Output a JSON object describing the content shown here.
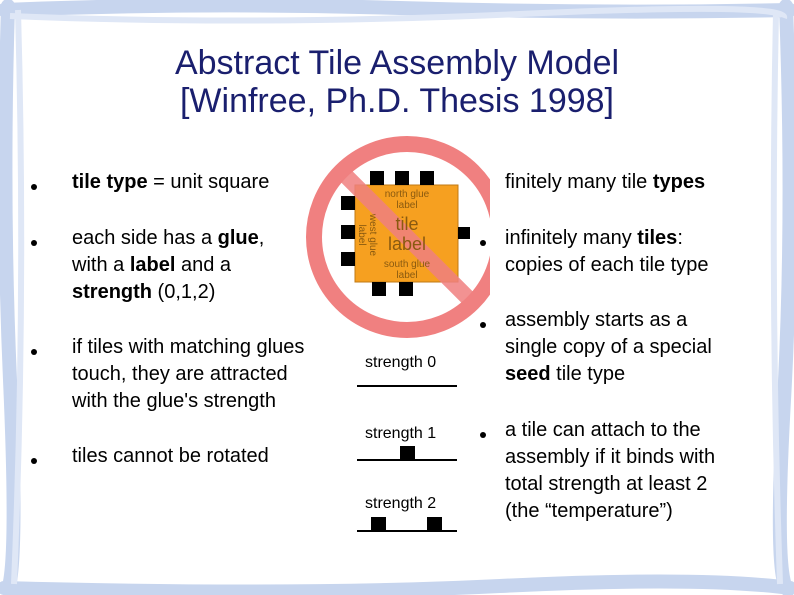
{
  "slide": {
    "title_line1": "Abstract Tile Assembly Model",
    "title_line2": "[Winfree, Ph.D. Thesis 1998]",
    "left_bullets": [
      {
        "b1a": "tile type",
        "b1b": " = unit square"
      },
      {
        "p1": "each side has a ",
        "p2": "glue",
        "p3": ",",
        "p4": "with a ",
        "p5": "label",
        "p6": " and a",
        "p7": "strength",
        "p8": " (0,1,2)"
      },
      {
        "l1": "if tiles with matching glues",
        "l2": "touch, they are attracted",
        "l3": "with the glue's strength"
      },
      {
        "t": "tiles cannot be rotated"
      }
    ],
    "right_bullets": [
      {
        "a": "finitely many tile ",
        "b": "types"
      },
      {
        "a": "infinitely many ",
        "b": "tiles",
        ":": ":",
        "c": "copies of each tile type"
      },
      {
        "l1": "assembly starts as a",
        "l2": "single copy of a special",
        "l3b": "seed",
        "l3": " tile type"
      },
      {
        "l1": "a tile can attach to the",
        "l2": "assembly if it binds with",
        "l3": "total strength at least 2",
        "l4": "(the “temperature”)"
      }
    ],
    "tile": {
      "north": "north glue\nlabel",
      "south": "south glue\nlabel",
      "west": "west glue\nlabel",
      "center_l1": "tile",
      "center_l2": "label"
    },
    "strengths": {
      "s0": "strength 0",
      "s1": "strength 1",
      "s2": "strength 2"
    },
    "colors": {
      "title": "#1a1f6e",
      "tile": "#f6a020",
      "no_sign": "#f08080",
      "frame": "#b8c9e6"
    }
  }
}
